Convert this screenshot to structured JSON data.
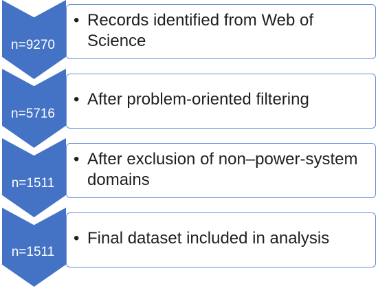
{
  "steps": [
    {
      "count": "n=9270",
      "text": "Records identified from Web of Science"
    },
    {
      "count": "n=5716",
      "text": "After problem-oriented filtering"
    },
    {
      "count": "n=1511",
      "text": "After exclusion of non–power-system domains"
    },
    {
      "count": "n=1511",
      "text": "Final dataset included in analysis"
    }
  ],
  "bullet": "•",
  "colors": {
    "chevron": "#4472c4",
    "box_border": "#6b8fd0",
    "text": "#1f1f1f"
  }
}
